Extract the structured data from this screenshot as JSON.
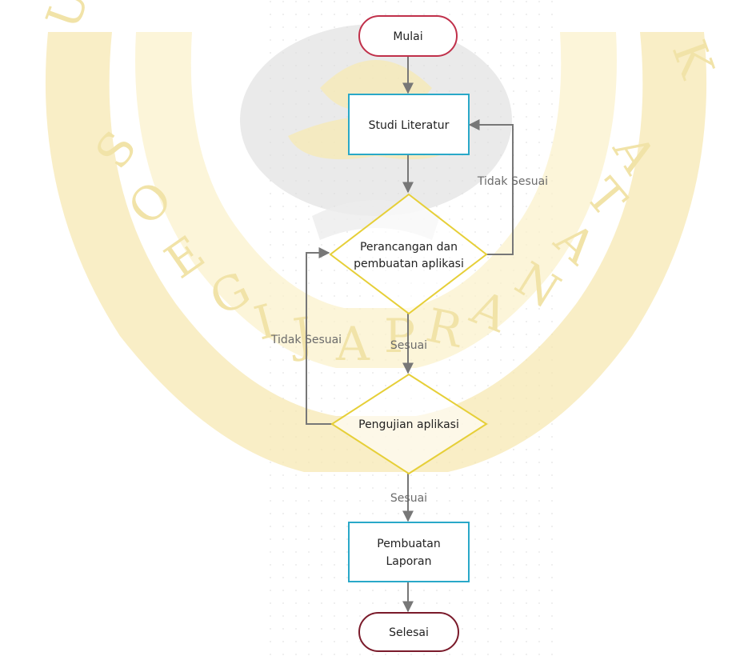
{
  "diagram": {
    "watermark": {
      "kind": "university-seal",
      "colors": {
        "gold": "#f6e7ae",
        "gray": "#d9d9d9"
      },
      "lettering": [
        "S",
        "O",
        "E",
        "G",
        "I",
        "J",
        "A",
        "P",
        "R",
        "A",
        "N",
        "A",
        "T",
        "A",
        "U",
        "K"
      ]
    },
    "nodes": {
      "start": {
        "label": "Mulai",
        "shape": "terminator",
        "stroke": "#c0304a"
      },
      "literature": {
        "label": "Studi Literatur",
        "shape": "process",
        "stroke": "#29a8c8"
      },
      "design": {
        "lines": [
          "Perancangan dan",
          "pembuatan aplikasi"
        ],
        "shape": "decision",
        "stroke": "#e6cf38"
      },
      "testing": {
        "label": "Pengujian aplikasi",
        "shape": "decision",
        "stroke": "#e6cf38"
      },
      "report": {
        "lines": [
          "Pembuatan",
          "Laporan"
        ],
        "shape": "process",
        "stroke": "#29a8c8"
      },
      "end": {
        "label": "Selesai",
        "shape": "terminator",
        "stroke": "#7a1a2a"
      }
    },
    "edges": {
      "design_to_literature": "Tidak Sesuai",
      "design_to_testing": "Sesuai",
      "testing_to_design": "Tidak Sesuai",
      "testing_to_report": "Sesuai"
    },
    "colors": {
      "arrow": "#777777",
      "text": "#222222",
      "edge_label": "#6b6b6b"
    }
  }
}
